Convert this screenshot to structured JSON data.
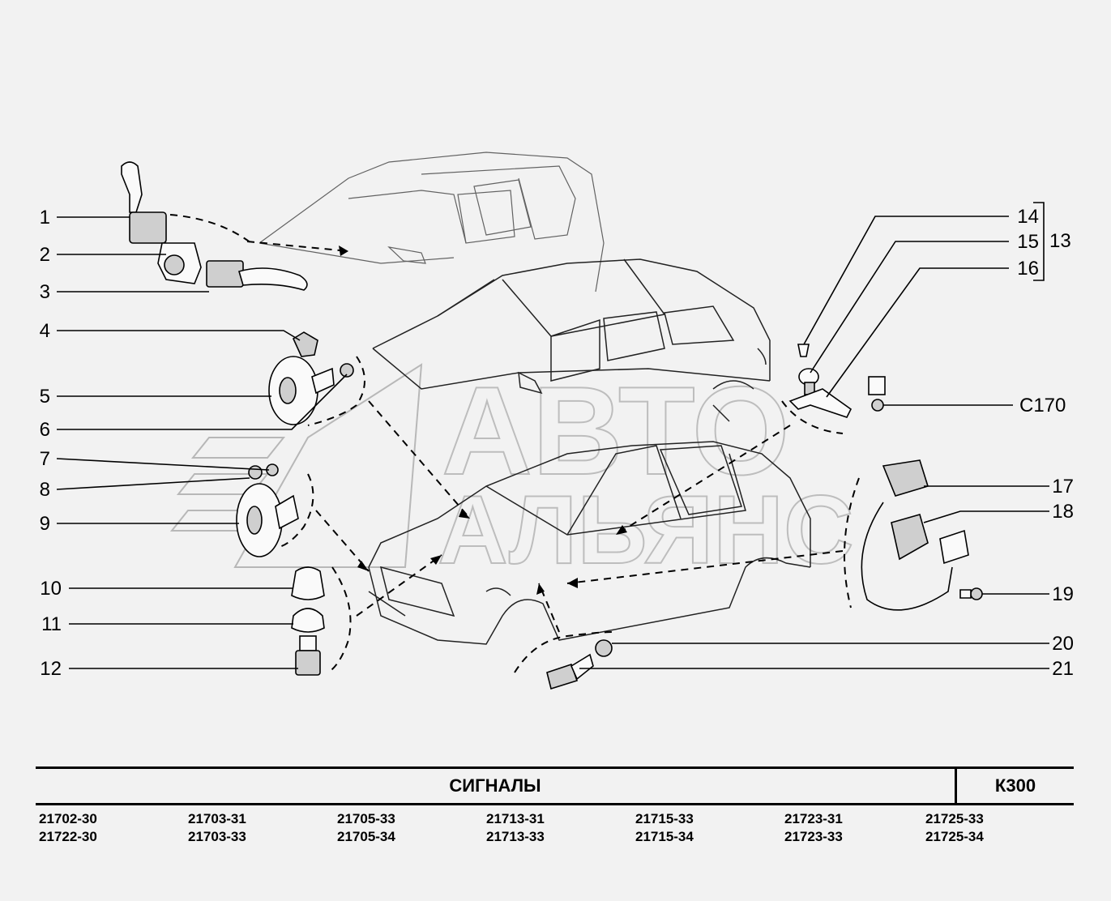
{
  "callouts": {
    "left": [
      "1",
      "2",
      "3",
      "4",
      "5",
      "6",
      "7",
      "8",
      "9",
      "10",
      "11",
      "12"
    ],
    "right": [
      "14",
      "15",
      "16",
      "17",
      "18",
      "19",
      "20",
      "21"
    ],
    "group": "13",
    "connector": "C170"
  },
  "watermark": {
    "line1": "АВТО",
    "line2": "АЛЬЯНС"
  },
  "footer": {
    "title": "СИГНАЛЫ",
    "code": "К300",
    "models": [
      [
        "21702-30",
        "21722-30"
      ],
      [
        "21703-31",
        "21703-33"
      ],
      [
        "21705-33",
        "21705-34"
      ],
      [
        "21713-31",
        "21713-33"
      ],
      [
        "21715-33",
        "21715-34"
      ],
      [
        "21723-31",
        "21723-33"
      ],
      [
        "21725-33",
        "21725-34"
      ]
    ]
  }
}
